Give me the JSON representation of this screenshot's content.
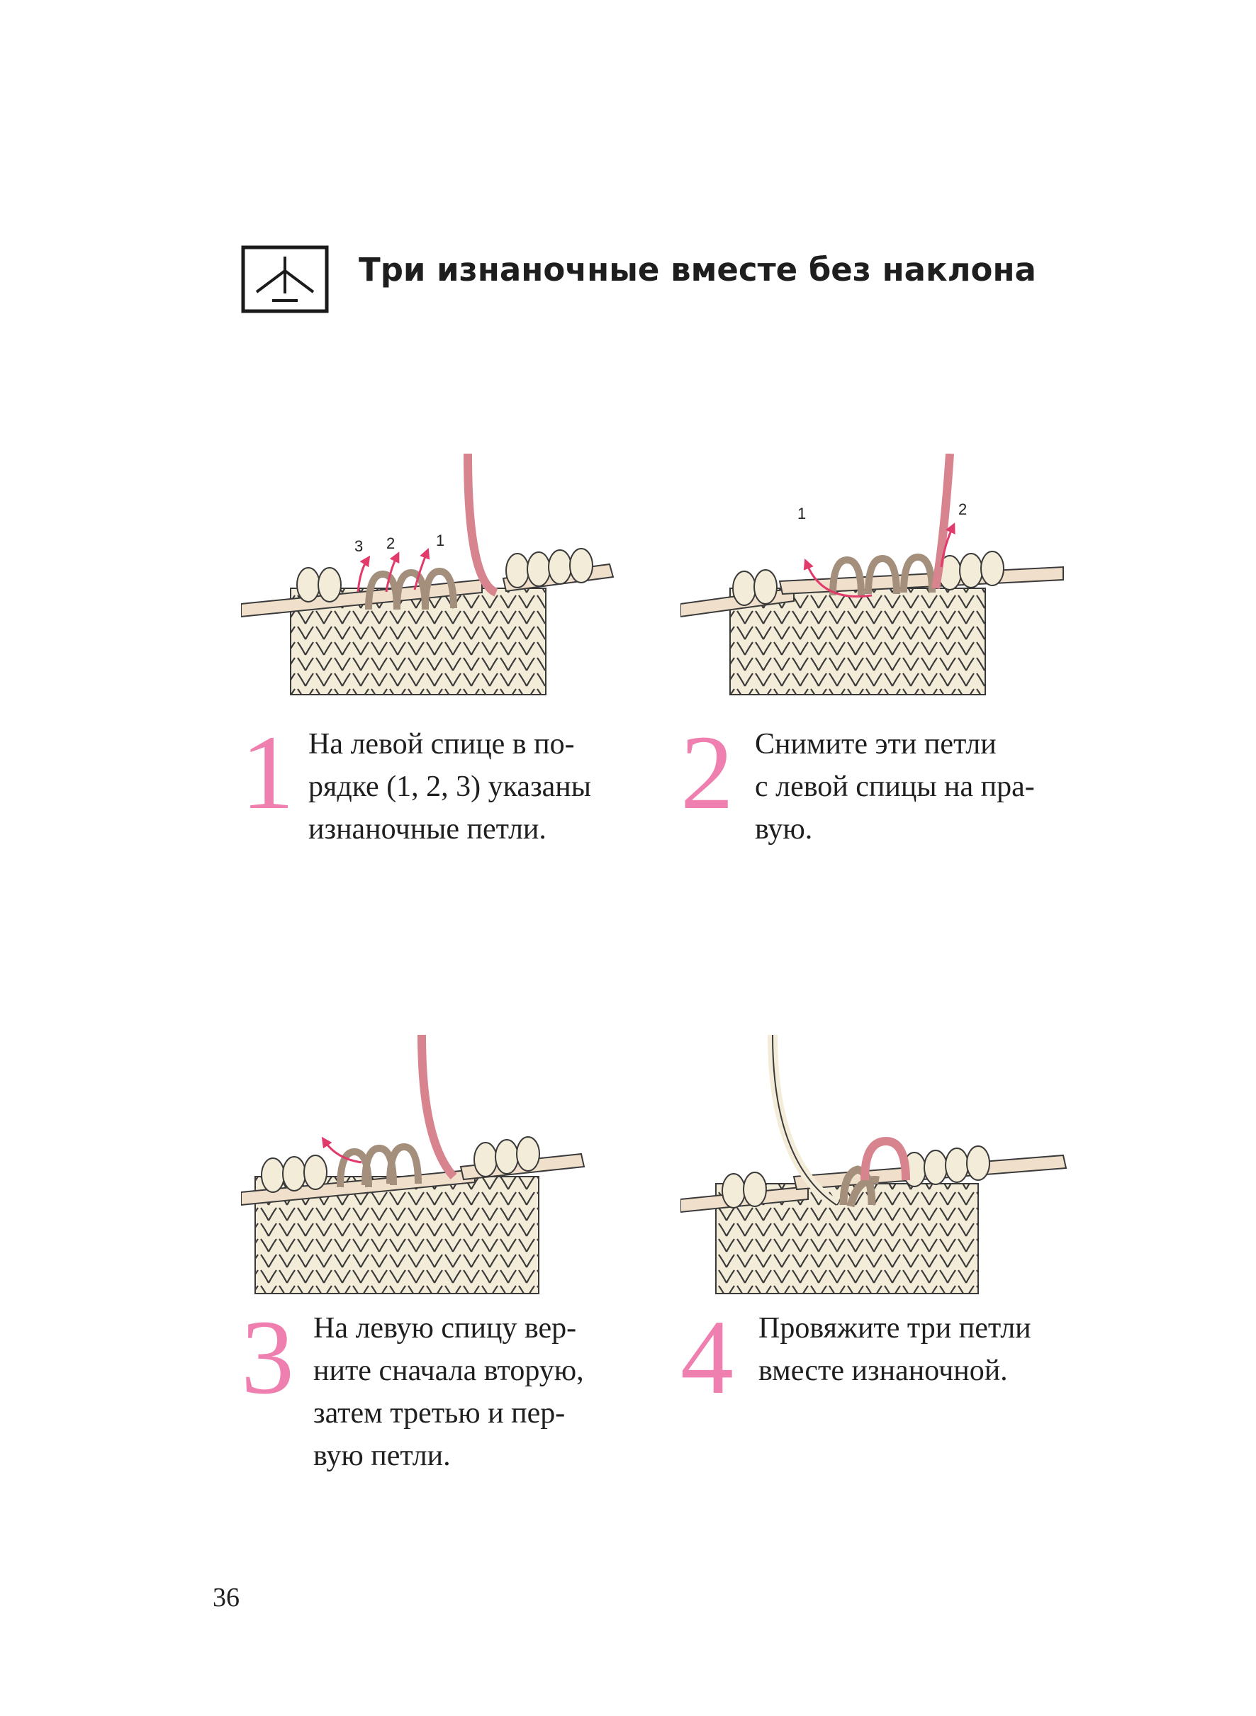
{
  "header": {
    "title": "Три изнаночные вместе без наклона"
  },
  "steps": [
    {
      "number": "1",
      "lines": [
        "На левой спице в по-",
        "рядке (1, 2, 3) указаны",
        "изнаночные петли."
      ],
      "arrow_labels": [
        "3",
        "2",
        "1"
      ]
    },
    {
      "number": "2",
      "lines": [
        "Снимите эти петли",
        "с левой спицы на пра-",
        "вую."
      ],
      "arrow_labels": [
        "1",
        "2"
      ]
    },
    {
      "number": "3",
      "lines": [
        "На левую спицу вер-",
        "ните сначала вторую,",
        "затем третью и пер-",
        "вую петли."
      ],
      "arrow_labels": []
    },
    {
      "number": "4",
      "lines": [
        "Провяжите три петли",
        "вместе изнаночной."
      ],
      "arrow_labels": []
    }
  ],
  "page_number": "36",
  "colors": {
    "step_number": "#ee7fae",
    "yarn": "#f3ecd8",
    "needle": "#f0e0cb",
    "worked_loops": "#a48e7c",
    "working_yarn": "#d8848e",
    "arrow": "#e23a6a"
  }
}
